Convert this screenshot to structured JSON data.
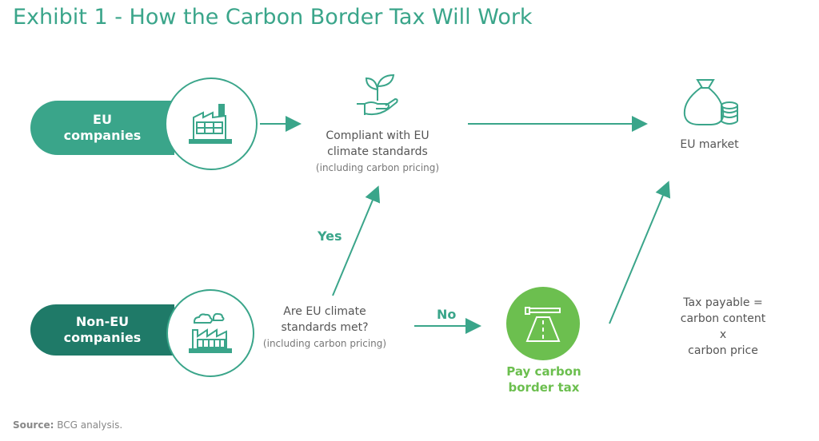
{
  "title": "Exhibit 1 - How the Carbon Border Tax Will Work",
  "eu": {
    "line1": "EU",
    "line2": "companies"
  },
  "noneu": {
    "line1": "Non-EU",
    "line2": "companies"
  },
  "compliant": {
    "line1": "Compliant with EU",
    "line2": "climate standards",
    "note": "(including carbon pricing)"
  },
  "market": "EU market",
  "question": {
    "line1": "Are EU climate",
    "line2": "standards met?",
    "note": "(including carbon pricing)"
  },
  "yes": "Yes",
  "no": "No",
  "pay": {
    "line1": "Pay carbon",
    "line2": "border tax"
  },
  "formula": {
    "line1": "Tax payable =",
    "line2": "carbon content",
    "line3": "x",
    "line4": "carbon price"
  },
  "source": {
    "label": "Source:",
    "text": " BCG analysis."
  },
  "colors": {
    "teal": "#3aa58a",
    "dark_teal": "#1f7a68",
    "green": "#6cbf4f"
  }
}
